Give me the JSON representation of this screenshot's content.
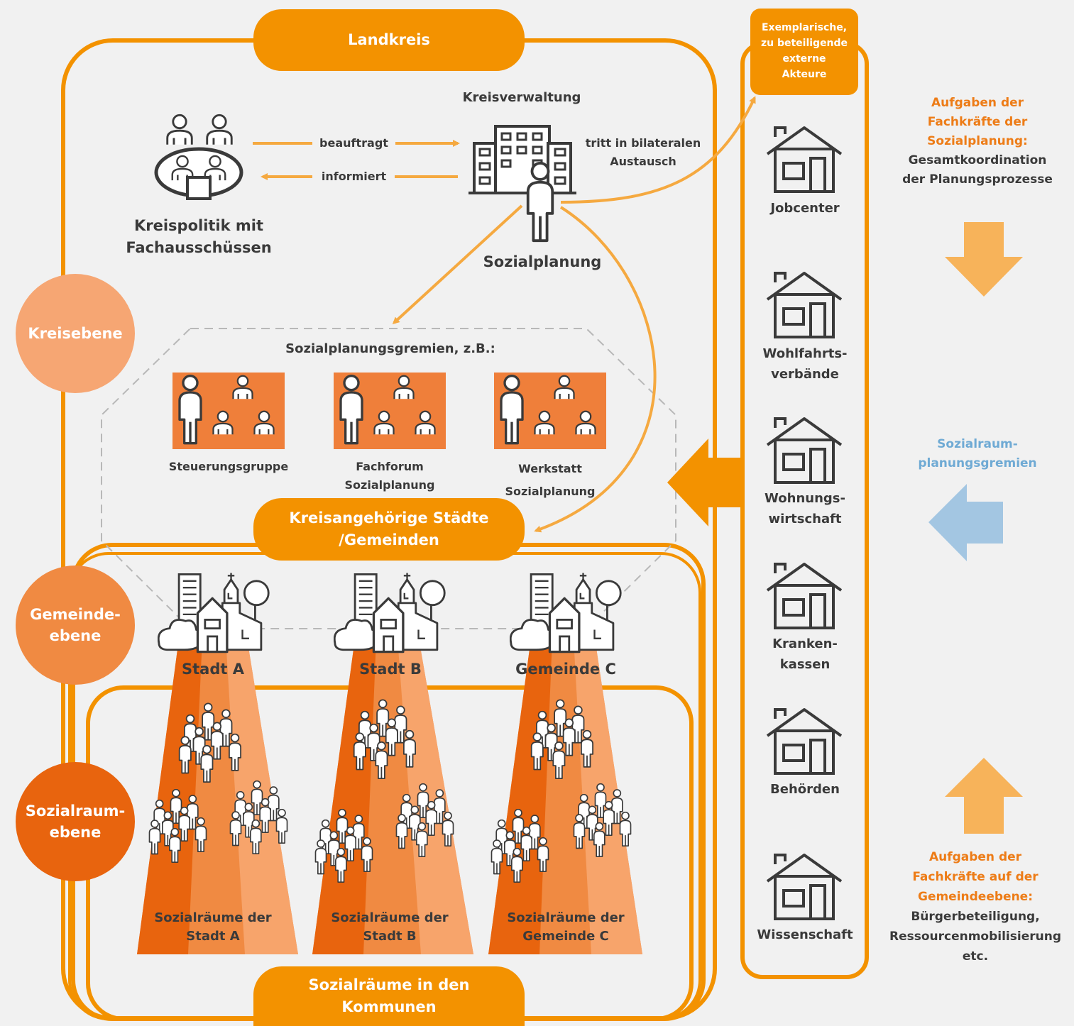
{
  "pills": {
    "landkreis": "Landkreis",
    "kreisangehoerige_line1": "Kreisangehörige Städte",
    "kreisangehoerige_line2": "/Gemeinden",
    "sozialraeume_line1": "Sozialräume in den",
    "sozialraeume_line2": "Kommunen"
  },
  "levels": {
    "kreis": "Kreisebene",
    "gemeinde_line1": "Gemeinde-",
    "gemeinde_line2": "ebene",
    "sozialraum_line1": "Sozialraum-",
    "sozialraum_line2": "ebene"
  },
  "kreis": {
    "verwaltung": "Kreisverwaltung",
    "politik_line1": "Kreispolitik mit",
    "politik_line2": "Fachausschüssen",
    "beauftragt": "beauftragt",
    "informiert": "informiert",
    "sozialplanung": "Sozialplanung",
    "bilateral_line1": "tritt in bilateralen",
    "bilateral_line2": "Austausch"
  },
  "gremien": {
    "title": "Sozialplanungsgremien, z.B.:",
    "items": [
      {
        "line1": "Steuerungsgruppe",
        "line2": ""
      },
      {
        "line1": "Fachforum",
        "line2": "Sozialplanung"
      },
      {
        "line1": "Werkstatt",
        "line2": "Sozialplanung"
      }
    ]
  },
  "towns": [
    {
      "name": "Stadt A",
      "sozial_line1": "Sozialräume der",
      "sozial_line2": "Stadt A"
    },
    {
      "name": "Stadt B",
      "sozial_line1": "Sozialräume der",
      "sozial_line2": "Stadt B"
    },
    {
      "name": "Gemeinde C",
      "sozial_line1": "Sozialräume der",
      "sozial_line2": "Gemeinde C"
    }
  ],
  "externe": {
    "header_lines": [
      "Exemplarische,",
      "zu beteiligende",
      "externe",
      "Akteure"
    ],
    "actors": [
      {
        "line1": "Jobcenter",
        "line2": ""
      },
      {
        "line1": "Wohlfahrts-",
        "line2": "verbände"
      },
      {
        "line1": "Wohnungs-",
        "line2": "wirtschaft"
      },
      {
        "line1": "Kranken-",
        "line2": "kassen"
      },
      {
        "line1": "Behörden",
        "line2": ""
      },
      {
        "line1": "Wissenschaft",
        "line2": ""
      }
    ]
  },
  "right": {
    "aufgaben1_orange": [
      "Aufgaben der",
      "Fachkräfte der",
      "Sozialplanung:"
    ],
    "aufgaben1_dark": [
      "Gesamtkoordination",
      "der Planungsprozesse"
    ],
    "gremien_blue": [
      "Sozialraum-",
      "planungsgremien"
    ],
    "aufgaben2_orange": [
      "Aufgaben der",
      "Fachkräfte auf der",
      "Gemeindeebene:"
    ],
    "aufgaben2_dark": [
      "Bürgerbeteiligung,",
      "Ressourcenmobilisierung",
      "etc."
    ]
  },
  "colors": {
    "orange": "#f39200",
    "arrow_orange": "#f5a940",
    "kreis_circle": "#f6a673",
    "gemeinde_circle": "#f08a42",
    "sozialraum_circle": "#e8640e",
    "gremien_tile": "#ef7f3a",
    "blue": "#a3c6e2",
    "light_orange_arrow": "#f7b35a",
    "icon_stroke": "#3a3a3a"
  }
}
